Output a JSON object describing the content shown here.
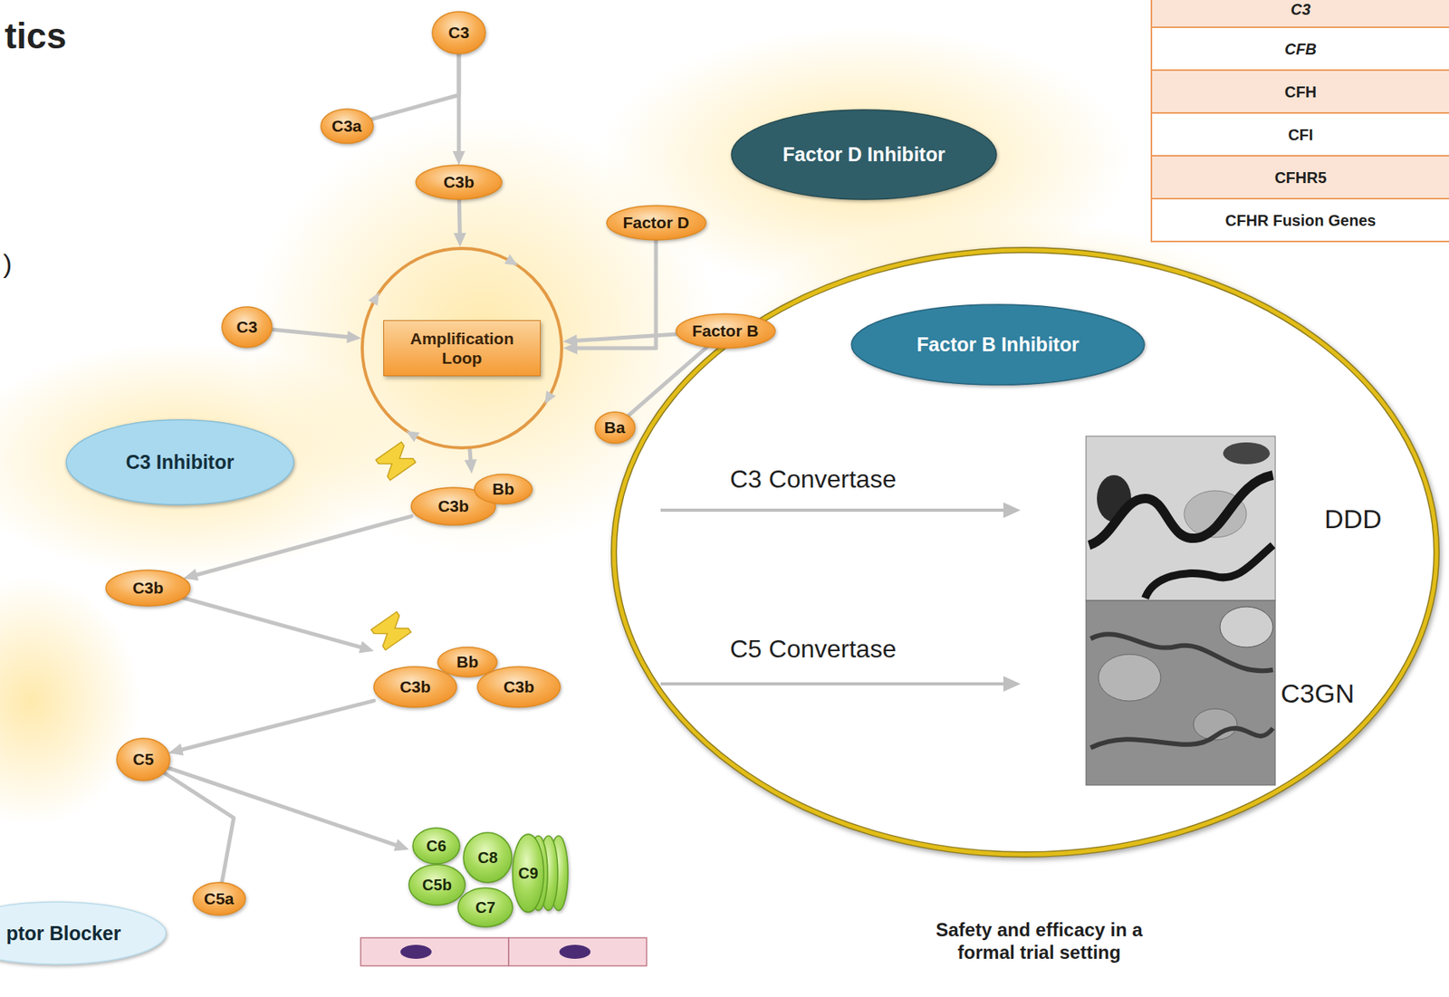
{
  "diagram": {
    "title": "tics",
    "nodes": [
      {
        "text": [
          "C3"
        ]
      },
      {
        "text": [
          "C3a"
        ]
      },
      {
        "text": [
          "C3b"
        ]
      },
      {
        "text": [
          "Factor D"
        ]
      },
      {
        "text": [
          "Factor D Inhibitor"
        ]
      },
      {
        "text": [
          "C3"
        ]
      },
      {
        "text": [
          "Amplification Loop"
        ]
      },
      {
        "text": [
          "Factor B"
        ]
      },
      {
        "text": [
          "Factor B Inhibitor"
        ]
      },
      {
        "text": [
          "Ba"
        ]
      },
      {
        "text": [
          "C3 Inhibitor"
        ]
      },
      {
        "text": [
          "C3b",
          "Bb"
        ]
      },
      {
        "text": [
          "C3b"
        ]
      },
      {
        "text": [
          "C3b",
          "Bb",
          "C3b"
        ]
      },
      {
        "text": [
          "C5"
        ]
      },
      {
        "text": [
          "C5a"
        ]
      },
      {
        "text": [
          "C6",
          "C8",
          "C9",
          "C5b",
          "C7"
        ]
      },
      {
        "text": [
          "ptor Blocker"
        ]
      }
    ],
    "edges": [
      {
        "from": 0,
        "to": 2,
        "arrow": "to"
      },
      {
        "from": 0,
        "to": 1,
        "arrow": "none"
      },
      {
        "from": 2,
        "to": 6,
        "arrow": "to"
      },
      {
        "from": 5,
        "to": 6,
        "arrow": "to"
      },
      {
        "from": 3,
        "to": 6,
        "arrow": "to"
      },
      {
        "from": 7,
        "to": 6,
        "arrow": "to"
      },
      {
        "from": 7,
        "to": 9,
        "arrow": "none"
      },
      {
        "from": 6,
        "to": 11,
        "arrow": "to"
      },
      {
        "from": 11,
        "to": 12,
        "arrow": "to"
      },
      {
        "from": 12,
        "to": 13,
        "arrow": "to"
      },
      {
        "from": 13,
        "to": 14,
        "arrow": "to"
      },
      {
        "from": 14,
        "to": 16,
        "arrow": "to"
      },
      {
        "from": 14,
        "to": 15,
        "arrow": "none"
      }
    ],
    "labels": [
      "C3",
      "CFB",
      "CFH",
      "CFI",
      "CFHR5",
      "CFHR Fusion Genes",
      ")",
      "C3 Convertase",
      "C5 Convertase",
      "DDD",
      "C3GN",
      "Safety and efficacy in a formal trial setting"
    ]
  }
}
